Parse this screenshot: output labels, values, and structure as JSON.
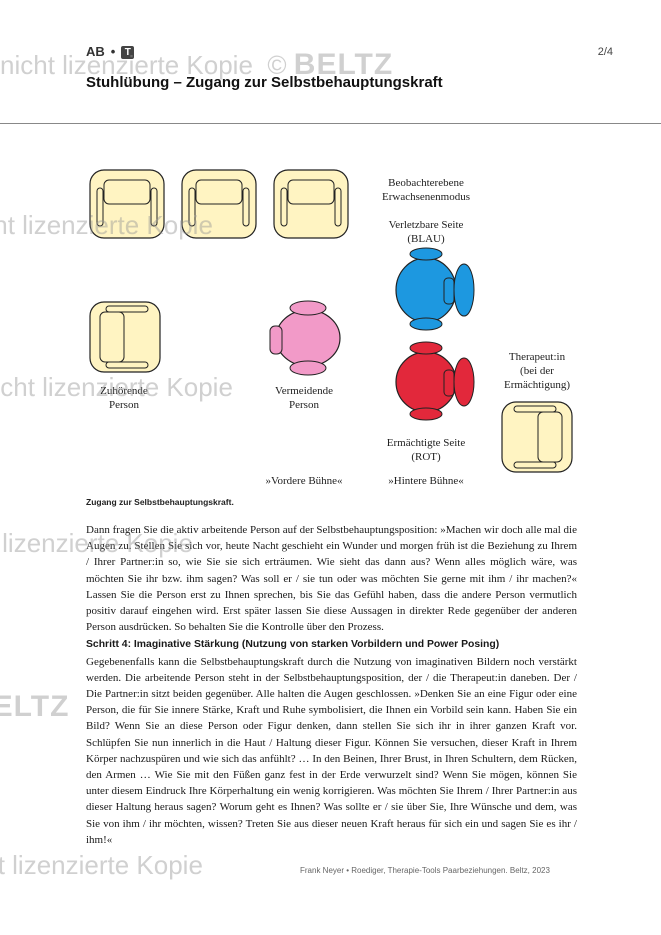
{
  "header": {
    "ab": "AB",
    "sep": "•",
    "icon_letter": "T",
    "page": "2/4"
  },
  "title": "Stuhlübung – Zugang zur Selbstbehauptungskraft",
  "figure": {
    "label_observer": "Beobachterebene\nErwachsenenmodus",
    "label_blue": "Verletzbare Seite\n(BLAU)",
    "label_red": "Ermächtigte Seite\n(ROT)",
    "label_active": "Zuhörende\nPerson",
    "label_avoidant": "Vermeidende\nPerson",
    "label_therapist": "Therapeut:in\n(bei der\nErmächtigung)",
    "label_front_stage": "»Vordere Bühne«",
    "label_back_stage": "»Hintere Bühne«",
    "colors": {
      "chair_yellow": "#fff4c2",
      "chair_pink": "#f29ac8",
      "chair_blue": "#1d98e0",
      "chair_red": "#e2283b"
    }
  },
  "caption": "Zugang zur Selbstbehauptungskraft.",
  "paragraph1": "Dann fragen Sie die aktiv arbeitende Person auf der Selbstbehauptungsposition: »Machen wir doch alle mal die Augen zu. Stellen Sie sich vor, heute Nacht geschieht ein Wunder und morgen früh ist die Beziehung zu Ihrem / Ihrer Partner:in so, wie Sie sie sich erträumen. Wie sieht das dann aus? Wenn alles möglich wäre, was möchten Sie ihr bzw. ihm sagen? Was soll er / sie tun oder was möchten Sie gerne mit ihm / ihr machen?« Lassen Sie die Person erst zu Ihnen sprechen, bis Sie das Gefühl haben, dass die andere Person vermutlich positiv darauf eingehen wird. Erst später lassen Sie diese Aussagen in direkter Rede gegenüber der anderen Person ausdrücken. So behalten Sie die Kontrolle über den Prozess.",
  "step4_heading": "Schritt 4: Imaginative Stärkung (Nutzung von starken Vorbildern und Power Posing)",
  "paragraph2": "Gegebenenfalls kann die Selbstbehauptungskraft durch die Nutzung von imaginativen Bildern noch verstärkt werden. Die arbeitende Person steht in der Selbstbehauptungsposition, der / die Therapeut:in daneben. Der / Die Partner:in sitzt beiden gegenüber. Alle halten die Augen geschlossen. »Denken Sie an eine Figur oder eine Person, die für Sie innere Stärke, Kraft und Ruhe symbolisiert, die Ihnen ein Vorbild sein kann. Haben Sie ein Bild? Wenn Sie an diese Person oder Figur denken, dann stellen Sie sich ihr in ihrer ganzen Kraft vor. Schlüpfen Sie nun innerlich in die Haut / Haltung dieser Figur. Können Sie versuchen, dieser Kraft in Ihrem Körper nachzuspüren und wie sich das anfühlt? … In den Beinen, Ihrer Brust, in Ihren Schultern, dem Rücken, den Armen … Wie Sie mit den Füßen ganz fest in der Erde verwurzelt sind? Wenn Sie mögen, können Sie unter diesem Eindruck Ihre Körperhaltung ein wenig korrigieren. Was möchten Sie Ihrem / Ihrer Partner:in aus dieser Haltung heraus sagen? Worum geht es Ihnen? Was sollte er / sie über Sie, Ihre Wünsche und dem, was Sie von ihm / ihr möchten, wissen? Treten Sie aus dieser neuen Kraft heraus für sich ein und sagen Sie es ihr / ihm!«",
  "footer": "Frank Neyer • Roediger, Therapie-Tools Paarbeziehungen. Beltz, 2023",
  "watermark": {
    "text": "nicht lizenzierte Kopie",
    "brand": "BELTZ",
    "symbol": "©"
  }
}
